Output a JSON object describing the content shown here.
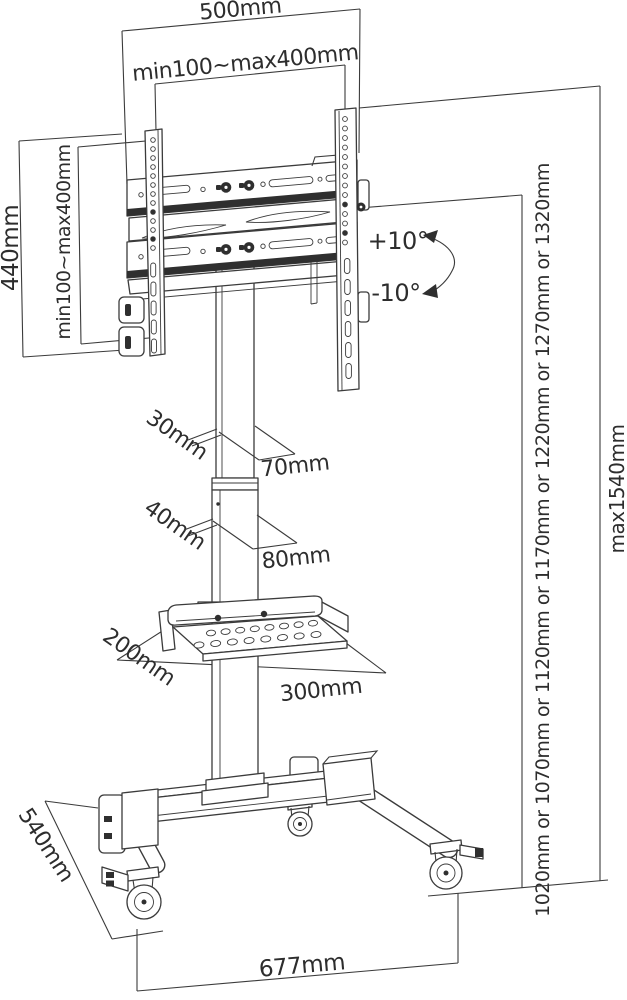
{
  "diagram": {
    "labels": {
      "bracket_width": "500mm",
      "vesa_width_range": "min100~max400mm",
      "bracket_height": "440mm",
      "vesa_height_range": "min100~max400mm",
      "tilt_up": "+10°",
      "tilt_down": "-10°",
      "upper_column_depth": "30mm",
      "upper_column_width": "70mm",
      "lower_column_depth": "40mm",
      "lower_column_width": "80mm",
      "shelf_depth": "200mm",
      "shelf_width": "300mm",
      "screen_heights": "1020mm or 1070mm or 1120mm or 1170mm or 1220mm or 1270mm or 1320mm",
      "max_height": "max1540mm",
      "base_depth": "540mm",
      "base_width": "677mm"
    },
    "colors": {
      "line": "#3b3b3b",
      "text": "#2d2d2d",
      "background": "#ffffff"
    }
  }
}
